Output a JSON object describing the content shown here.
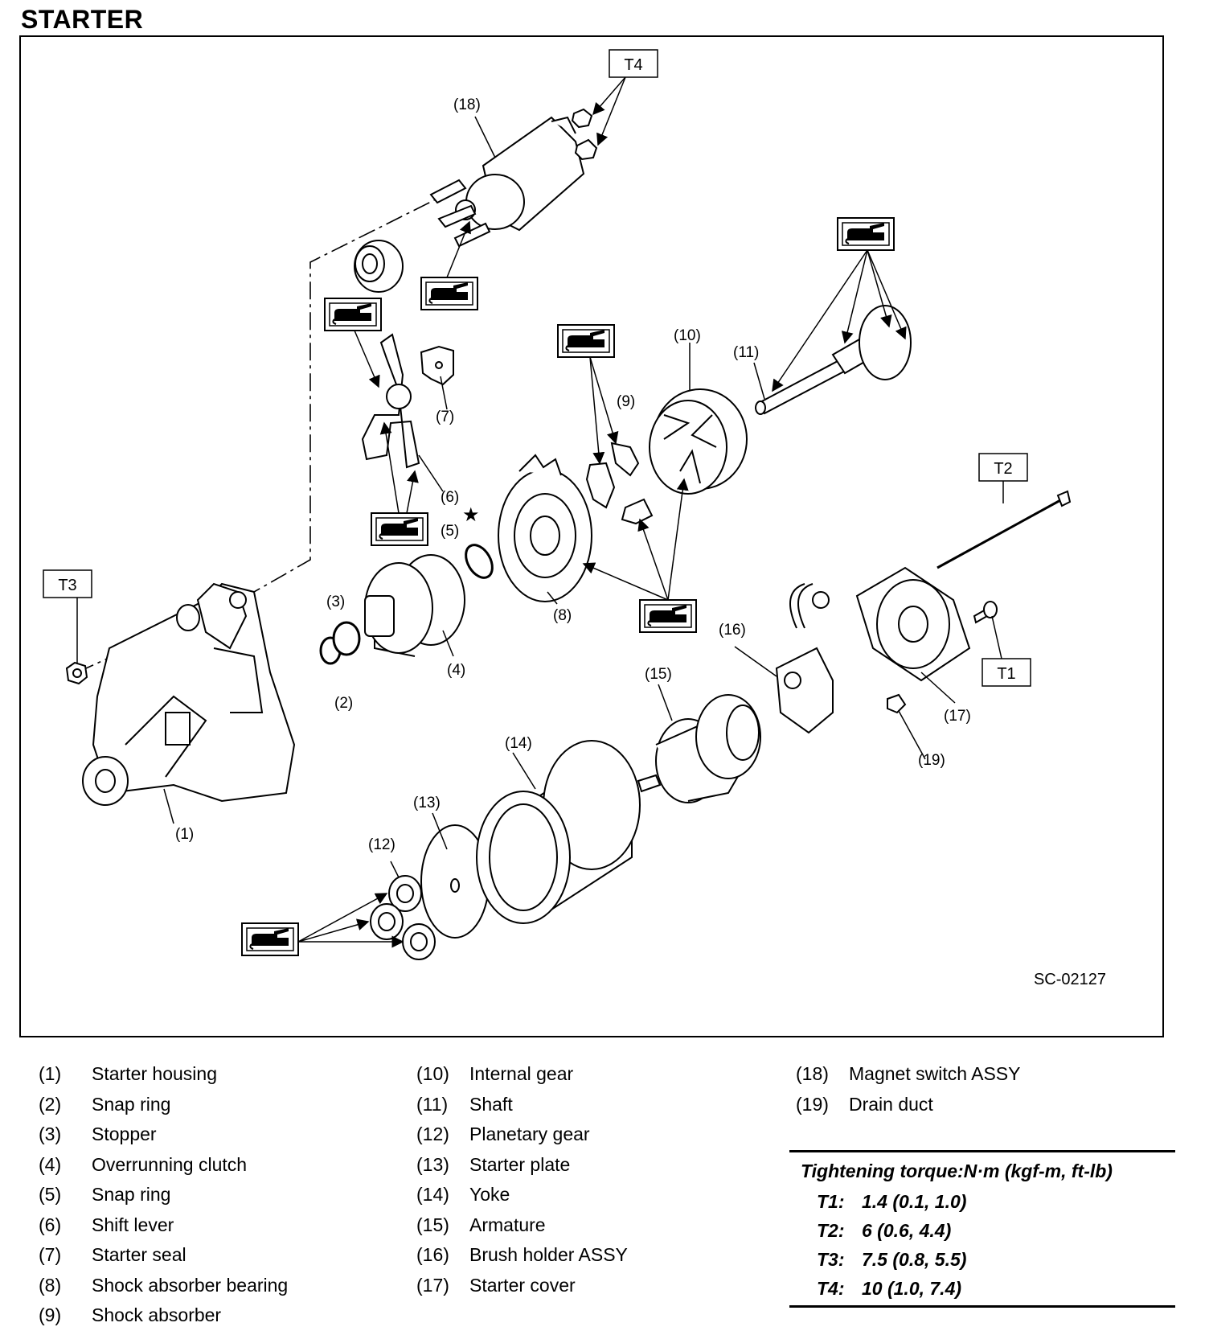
{
  "title": "STARTER",
  "figure_id": "SC-02127",
  "diagram": {
    "callouts": [
      "(1)",
      "(2)",
      "(3)",
      "(4)",
      "(5)",
      "(6)",
      "(7)",
      "(8)",
      "(9)",
      "(10)",
      "(11)",
      "(12)",
      "(13)",
      "(14)",
      "(15)",
      "(16)",
      "(17)",
      "(18)",
      "(19)"
    ],
    "torque_tags": [
      "T1",
      "T2",
      "T3",
      "T4"
    ],
    "grease_symbol": "grease-gun-icon",
    "star_symbol": "★"
  },
  "legend": [
    {
      "num": "(1)",
      "name": "Starter housing"
    },
    {
      "num": "(2)",
      "name": "Snap ring"
    },
    {
      "num": "(3)",
      "name": "Stopper"
    },
    {
      "num": "(4)",
      "name": "Overrunning clutch"
    },
    {
      "num": "(5)",
      "name": "Snap ring"
    },
    {
      "num": "(6)",
      "name": "Shift lever"
    },
    {
      "num": "(7)",
      "name": "Starter seal"
    },
    {
      "num": "(8)",
      "name": "Shock absorber bearing"
    },
    {
      "num": "(9)",
      "name": "Shock absorber"
    },
    {
      "num": "(10)",
      "name": "Internal gear"
    },
    {
      "num": "(11)",
      "name": "Shaft"
    },
    {
      "num": "(12)",
      "name": "Planetary gear"
    },
    {
      "num": "(13)",
      "name": "Starter plate"
    },
    {
      "num": "(14)",
      "name": "Yoke"
    },
    {
      "num": "(15)",
      "name": "Armature"
    },
    {
      "num": "(16)",
      "name": "Brush holder ASSY"
    },
    {
      "num": "(17)",
      "name": "Starter cover"
    },
    {
      "num": "(18)",
      "name": "Magnet switch ASSY"
    },
    {
      "num": "(19)",
      "name": "Drain duct"
    }
  ],
  "torque": {
    "title": "Tightening torque:N·m (kgf-m, ft-lb)",
    "rows": [
      {
        "label": "T1:",
        "value": "1.4 (0.1, 1.0)"
      },
      {
        "label": "T2:",
        "value": "6 (0.6, 4.4)"
      },
      {
        "label": "T3:",
        "value": "7.5 (0.8, 5.5)"
      },
      {
        "label": "T4:",
        "value": "10 (1.0, 7.4)"
      }
    ]
  }
}
